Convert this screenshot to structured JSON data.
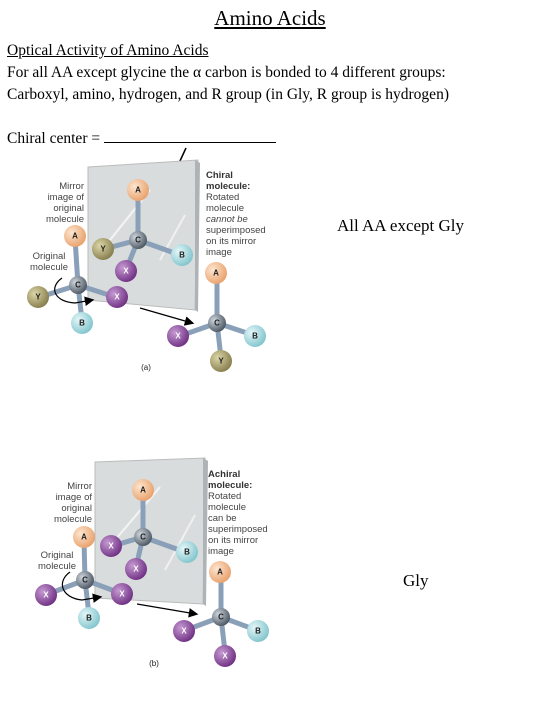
{
  "title": "Amino Acids",
  "subtitle": "Optical Activity of Amino Acids",
  "lines": {
    "line1_pre": "For all AA except glycine the ",
    "alpha": "α",
    "line1_post": " carbon is bonded to 4 different groups:",
    "line2": "Carboxyl, amino, hydrogen, and R group (in Gly, R group is hydrogen)"
  },
  "chiral_center_label": "Chiral center = ",
  "side_labels": {
    "top": "All AA except Gly",
    "bottom": "Gly"
  },
  "figure_a": {
    "mirror_label": [
      "Mirror",
      "image of",
      "original",
      "molecule"
    ],
    "original_label": [
      "Original",
      "molecule"
    ],
    "caption_title": [
      "Chiral",
      "molecule:"
    ],
    "caption_body": [
      "Rotated",
      "molecule",
      "cannot be",
      "superimposed",
      "on its mirror",
      "image"
    ],
    "panel": "(a)"
  },
  "figure_b": {
    "mirror_label": [
      "Mirror",
      "image of",
      "original",
      "molecule"
    ],
    "original_label": [
      "Original",
      "molecule"
    ],
    "caption_title": [
      "Achiral",
      "molecule:"
    ],
    "caption_body": [
      "Rotated",
      "molecule",
      "can be",
      "superimposed",
      "on its mirror",
      "image"
    ],
    "panel": "(b)"
  },
  "atom_labels": {
    "carbon": "C",
    "a": "A",
    "b": "B",
    "x": "X",
    "y": "Y"
  },
  "colors": {
    "A": "#f2b98a",
    "B": "#a8dbe0",
    "X": "#8a4a9a",
    "Y": "#a8a070",
    "C": "#7a8694",
    "bond": "#8aa0b8",
    "mirror": "#d8dcdd"
  }
}
